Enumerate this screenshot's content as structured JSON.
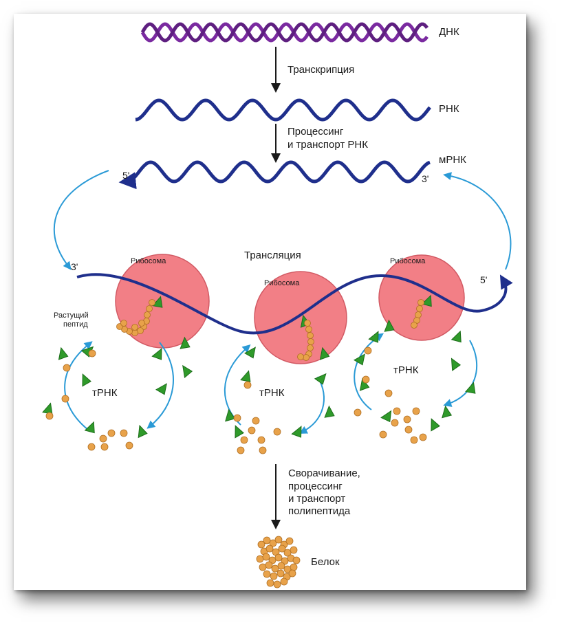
{
  "labels": {
    "dna": "ДНК",
    "transcription": "Транскрипция",
    "rna": "РНК",
    "processing_line1": "Процессинг",
    "processing_line2": "и транспорт РНК",
    "mrna": "мРНК",
    "mrna_5prime": "5'",
    "mrna_3prime": "3'",
    "translation": "Трансляция",
    "ribosome_left": "Рибосома",
    "ribosome_middle": "Рибосома",
    "ribosome_right": "Рибосома",
    "strand_3prime": "3'",
    "strand_5prime": "5'",
    "growing_peptide_line1": "Растущий",
    "growing_peptide_line2": "пептид",
    "trna_left": "тРНК",
    "trna_middle": "тРНК",
    "trna_right": "тРНК",
    "folding_line1": "Сворачивание,",
    "folding_line2": "процессинг",
    "folding_line3": "и транспорт",
    "folding_line4": "полипептида",
    "protein": "Белок"
  },
  "colors": {
    "dna": "#7a2aa0",
    "rna": "#1f2f8c",
    "ribosome": "#f27f86",
    "trna_green": "#2f9a2a",
    "amino_acid": "#e8a24a",
    "cycle_arrow": "#2a9ad6",
    "flow_arrow": "#1a1a1a"
  }
}
